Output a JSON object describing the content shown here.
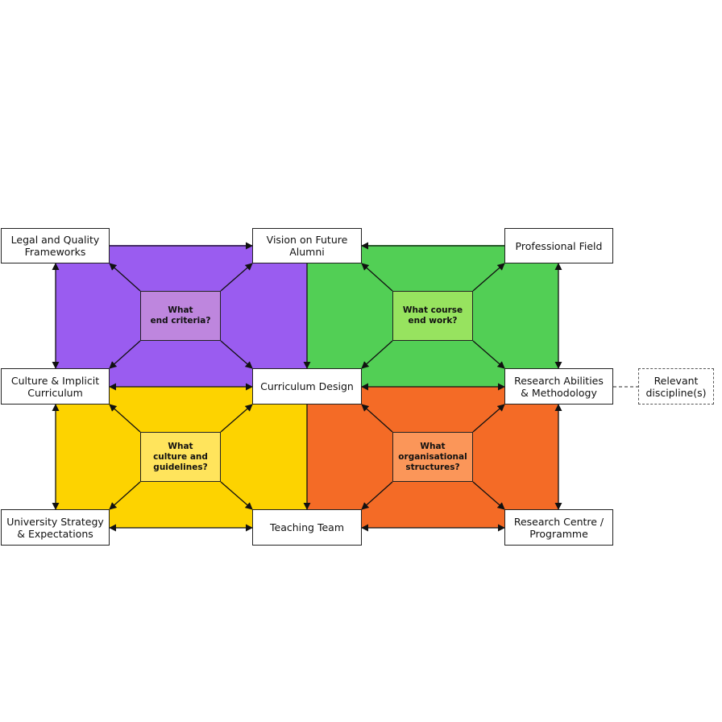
{
  "colors": {
    "purple": "#9a5cf0",
    "purple_inner": "#be86de",
    "green": "#52cf55",
    "green_inner": "#97e35f",
    "yellow": "#fdd300",
    "yellow_inner": "#ffe45c",
    "orange": "#f46b26",
    "orange_inner": "#fb9659",
    "line": "#111111"
  },
  "nodes": {
    "legal": "Legal and Quality\nFrameworks",
    "vision": "Vision on Future\nAlumni",
    "professional": "Professional Field",
    "culture": "Culture & Implicit\nCurriculum",
    "curriculum": "Curriculum Design",
    "research_abilities": "Research Abilities\n& Methodology",
    "relevant": "Relevant\ndiscipline(s)",
    "strategy": "University Strategy\n& Expectations",
    "teaching": "Teaching Team",
    "research_centre": "Research Centre /\nProgramme"
  },
  "questions": {
    "end_criteria": "What\nend criteria?",
    "course_work": "What course\nend work?",
    "culture": "What\nculture and\nguidelines?",
    "structures": "What\norganisational\nstructures?"
  }
}
